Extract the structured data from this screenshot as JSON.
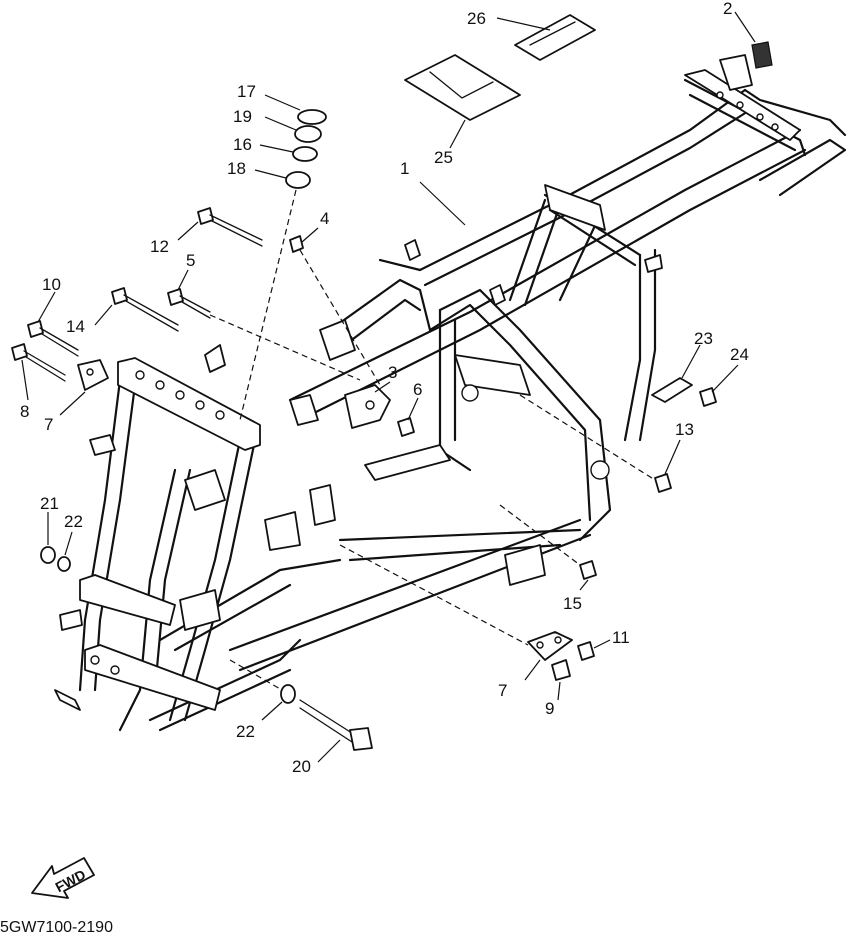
{
  "diagram": {
    "catalog_code": "5GW7100-2190",
    "fwd_label": "FWD",
    "callouts": {
      "c1": "1",
      "c2": "2",
      "c3": "3",
      "c4": "4",
      "c5": "5",
      "c6": "6",
      "c7a": "7",
      "c7b": "7",
      "c8": "8",
      "c9": "9",
      "c10": "10",
      "c11": "11",
      "c12": "12",
      "c13": "13",
      "c14": "14",
      "c15": "15",
      "c16": "16",
      "c17": "17",
      "c18": "18",
      "c19": "19",
      "c20": "20",
      "c21": "21",
      "c22a": "22",
      "c22b": "22",
      "c23": "23",
      "c24": "24",
      "c25": "25",
      "c26": "26"
    }
  }
}
